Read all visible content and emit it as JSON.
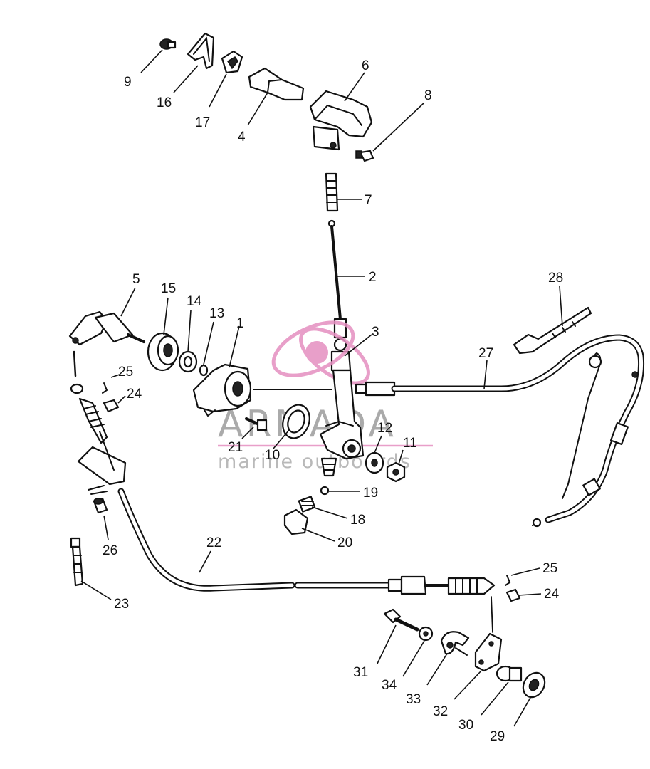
{
  "labels": [
    {
      "id": "l9",
      "text": "9"
    },
    {
      "id": "l16",
      "text": "16"
    },
    {
      "id": "l17",
      "text": "17"
    },
    {
      "id": "l4",
      "text": "4"
    },
    {
      "id": "l6",
      "text": "6"
    },
    {
      "id": "l8",
      "text": "8"
    },
    {
      "id": "l7",
      "text": "7"
    },
    {
      "id": "l2",
      "text": "2"
    },
    {
      "id": "l3",
      "text": "3"
    },
    {
      "id": "l28",
      "text": "28"
    },
    {
      "id": "l27",
      "text": "27"
    },
    {
      "id": "l5",
      "text": "5"
    },
    {
      "id": "l15",
      "text": "15"
    },
    {
      "id": "l14",
      "text": "14"
    },
    {
      "id": "l13",
      "text": "13"
    },
    {
      "id": "l1",
      "text": "1"
    },
    {
      "id": "l25a",
      "text": "25"
    },
    {
      "id": "l24a",
      "text": "24"
    },
    {
      "id": "l21",
      "text": "21"
    },
    {
      "id": "l10",
      "text": "10"
    },
    {
      "id": "l12",
      "text": "12"
    },
    {
      "id": "l11",
      "text": "11"
    },
    {
      "id": "l19",
      "text": "19"
    },
    {
      "id": "l18",
      "text": "18"
    },
    {
      "id": "l20",
      "text": "20"
    },
    {
      "id": "l26",
      "text": "26"
    },
    {
      "id": "l22",
      "text": "22"
    },
    {
      "id": "l23",
      "text": "23"
    },
    {
      "id": "l25b",
      "text": "25"
    },
    {
      "id": "l24b",
      "text": "24"
    },
    {
      "id": "l31",
      "text": "31"
    },
    {
      "id": "l34",
      "text": "34"
    },
    {
      "id": "l33",
      "text": "33"
    },
    {
      "id": "l32",
      "text": "32"
    },
    {
      "id": "l30",
      "text": "30"
    },
    {
      "id": "l29",
      "text": "29"
    }
  ],
  "watermark": {
    "brand": "ARMADA",
    "tagline": "marine outboards",
    "accent_color": "#e58fc0",
    "text_color": "#7a7a7a"
  }
}
